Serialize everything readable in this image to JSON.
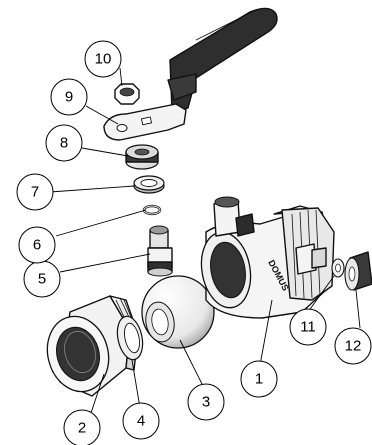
{
  "body_text": "DOMUS",
  "callouts": [
    {
      "label": "1"
    },
    {
      "label": "2"
    },
    {
      "label": "3"
    },
    {
      "label": "4"
    },
    {
      "label": "5"
    },
    {
      "label": "6"
    },
    {
      "label": "7"
    },
    {
      "label": "8"
    },
    {
      "label": "9"
    },
    {
      "label": "10"
    },
    {
      "label": "11"
    },
    {
      "label": "12"
    }
  ],
  "colors": {
    "outline": "#111111",
    "fill_light": "#f2f2f2",
    "fill_mid": "#c8c8c8",
    "fill_dark": "#2b2b2b"
  }
}
